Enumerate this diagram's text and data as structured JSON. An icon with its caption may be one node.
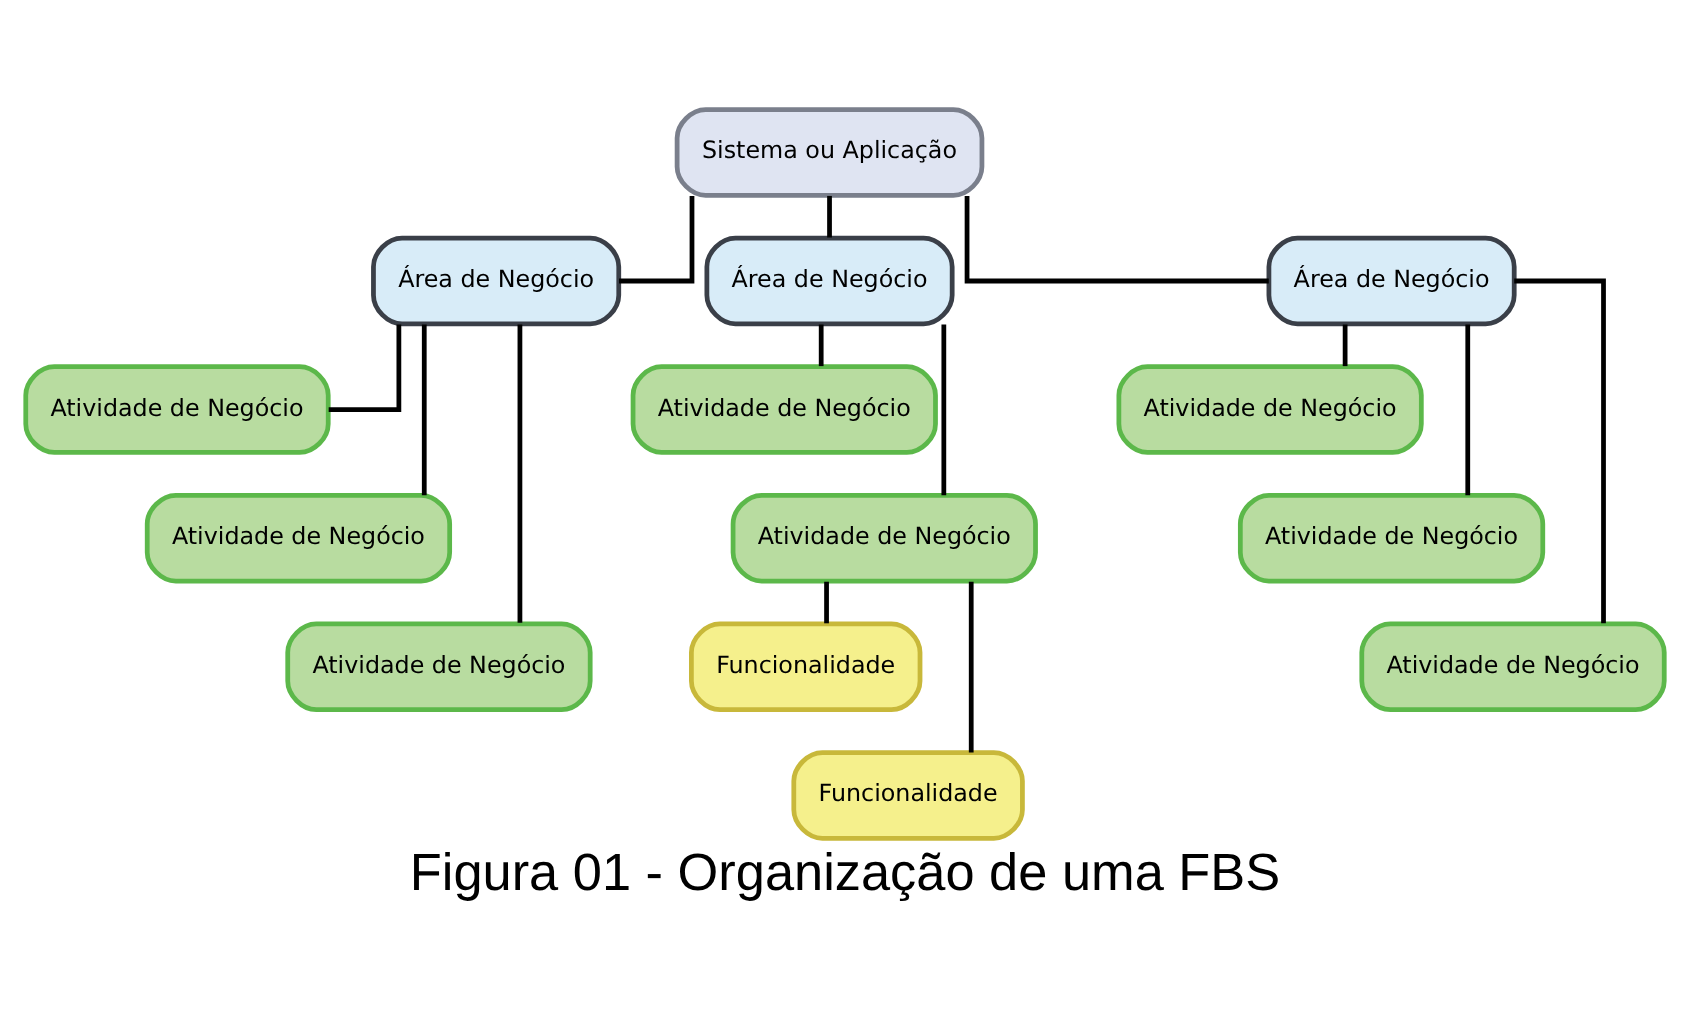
{
  "diagram": {
    "caption": "Figura 01 - Organização de uma FBS",
    "nodes": [
      {
        "text": [
          "Sistema ou Aplicação"
        ]
      },
      {
        "text": [
          "Área de Negócio"
        ]
      },
      {
        "text": [
          "Área de Negócio"
        ]
      },
      {
        "text": [
          "Área de Negócio"
        ]
      },
      {
        "text": [
          "Atividade de Negócio"
        ]
      },
      {
        "text": [
          "Atividade de Negócio"
        ]
      },
      {
        "text": [
          "Atividade de Negócio"
        ]
      },
      {
        "text": [
          "Atividade de Negócio"
        ]
      },
      {
        "text": [
          "Atividade de Negócio"
        ]
      },
      {
        "text": [
          "Funcionalidade"
        ]
      },
      {
        "text": [
          "Funcionalidade"
        ]
      },
      {
        "text": [
          "Atividade de Negócio"
        ]
      },
      {
        "text": [
          "Atividade de Negócio"
        ]
      },
      {
        "text": [
          "Atividade de Negócio"
        ]
      }
    ],
    "edges": [
      {
        "from": 0,
        "to": 1,
        "arrow": "none"
      },
      {
        "from": 0,
        "to": 2,
        "arrow": "none"
      },
      {
        "from": 0,
        "to": 3,
        "arrow": "none"
      },
      {
        "from": 1,
        "to": 4,
        "arrow": "none"
      },
      {
        "from": 1,
        "to": 5,
        "arrow": "none"
      },
      {
        "from": 1,
        "to": 6,
        "arrow": "none"
      },
      {
        "from": 2,
        "to": 7,
        "arrow": "none"
      },
      {
        "from": 2,
        "to": 8,
        "arrow": "none"
      },
      {
        "from": 8,
        "to": 9,
        "arrow": "none"
      },
      {
        "from": 8,
        "to": 10,
        "arrow": "none"
      },
      {
        "from": 3,
        "to": 11,
        "arrow": "none"
      },
      {
        "from": 3,
        "to": 12,
        "arrow": "none"
      },
      {
        "from": 3,
        "to": 13,
        "arrow": "none"
      }
    ]
  }
}
